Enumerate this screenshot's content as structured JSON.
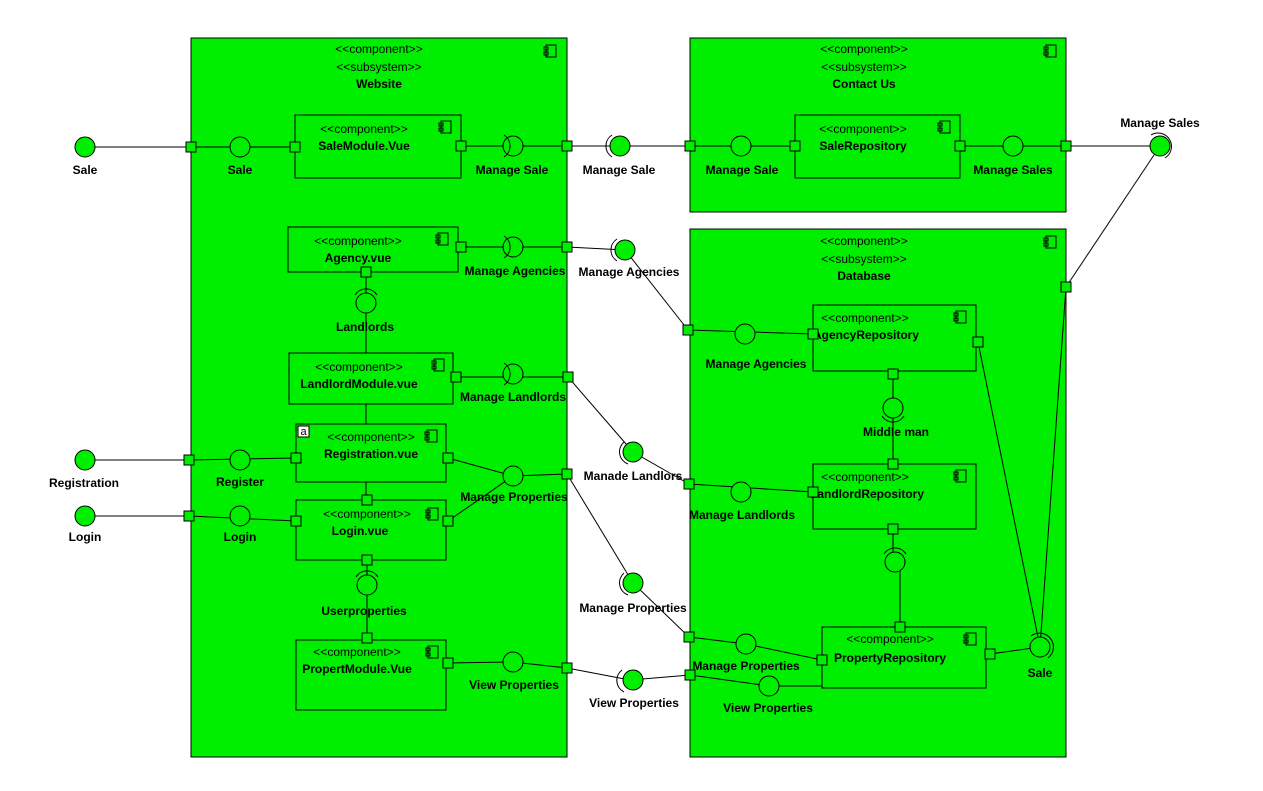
{
  "colors": {
    "fill": "#00ee00",
    "line": "#000000",
    "background": "#ffffff"
  },
  "stereotypes": {
    "component": "<<component>>",
    "subsystem": "<<subsystem>>"
  },
  "subsystems": {
    "website": "Website",
    "contact_us": "Contact Us",
    "database": "Database"
  },
  "components": {
    "salemodule": "SaleModule.Vue",
    "agency": "Agency.vue",
    "landlordmodule": "LandlordModule.vue",
    "registration": "Registration.vue",
    "login": "Login.vue",
    "propertmodule": "PropertModule.Vue",
    "salerepository": "SaleRepository",
    "agencyrepository": "AgencyRepository",
    "landlordrepository": "LandlordRepository",
    "propertyrepository": "PropertyRepository"
  },
  "registration_note_mark": "a",
  "labels": {
    "sale_ext": "Sale",
    "registration_ext": "Registration",
    "login_ext": "Login",
    "sale_inner": "Sale",
    "register_inner": "Register",
    "login_inner": "Login",
    "manage_sale_web": "Manage Sale",
    "manage_agencies_web": "Manage Agencies",
    "landlords": "Landlords",
    "manage_landlords_web": "Manage Landlords",
    "manage_properties_web": "Manage Properties",
    "userproperties": "Userproperties",
    "view_properties_web": "View Properties",
    "manage_sale_mid": "Manage Sale",
    "manage_agencies_mid": "Manage Agencies",
    "manade_landlors_mid": "Manade Landlors",
    "manage_properties_mid": "Manage Properties",
    "view_properties_mid": "View Properties",
    "manage_sale_contact": "Manage Sale",
    "manage_sales_contact": "Manage Sales",
    "manage_sales_ext": "Manage Sales",
    "manage_agencies_db": "Manage Agencies",
    "middle_man": "Middle man",
    "manage_landlords_db": "Manage Landlords",
    "manage_properties_db": "Manage Properties",
    "view_properties_db": "View Properties",
    "sale_db": "Sale"
  }
}
